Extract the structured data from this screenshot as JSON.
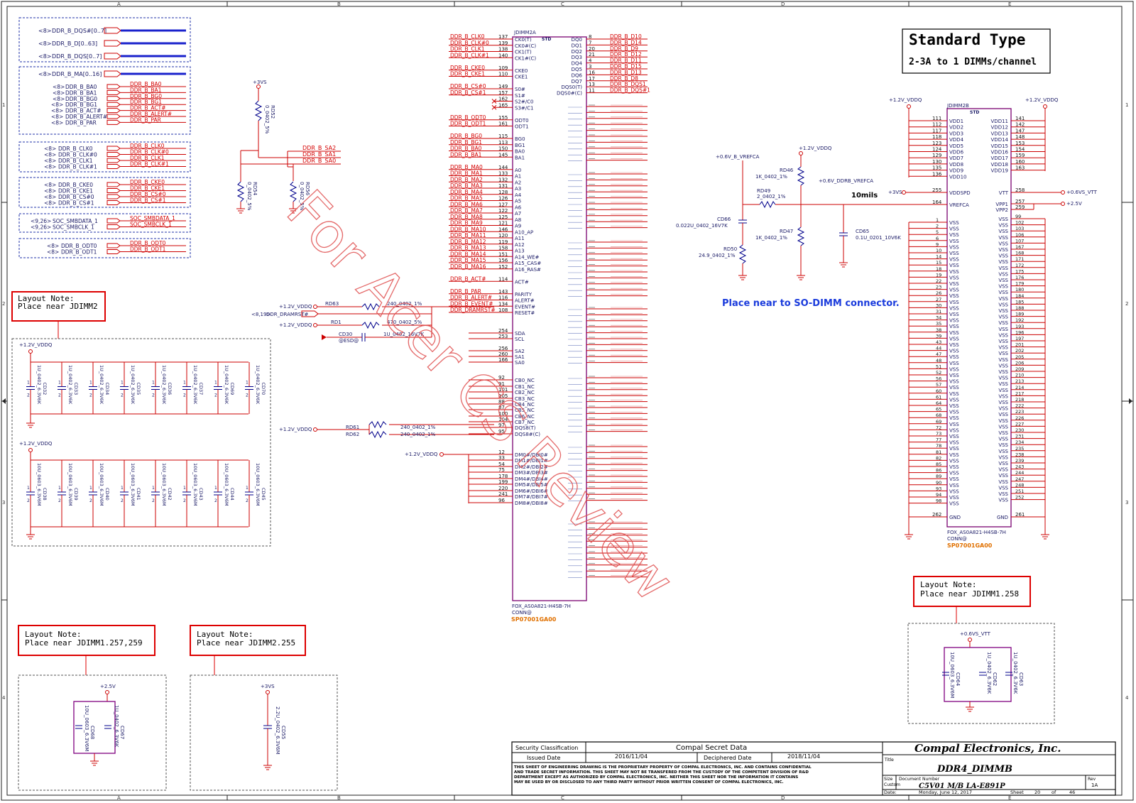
{
  "frame": {
    "columns": [
      "A",
      "B",
      "C",
      "D",
      "E"
    ],
    "rows": [
      "1",
      "2",
      "3",
      "4"
    ]
  },
  "header": {
    "title_main": "Standard Type",
    "title_sub": "2-3A to 1 DIMMs/channel"
  },
  "left_bus": {
    "row1": [
      {
        "ref": "<8>",
        "label": "DDR_B_DQS#[0..7]"
      },
      {
        "ref": "<8>",
        "label": "DDR_B_D[0..63]"
      },
      {
        "ref": "<8>",
        "label": "DDR_B_DQS[0..7]"
      }
    ],
    "row2_head": {
      "ref": "<8>",
      "label": "DDR_B_MA[0..16]"
    },
    "row2": [
      {
        "ref": "<8>",
        "label": "DDR_B_BA0",
        "net": "DDR_B_BA0"
      },
      {
        "ref": "<8>",
        "label": "DDR_B_BA1",
        "net": "DDR_B_BA1"
      },
      {
        "ref": "<8>",
        "label": "DDR_B_BG0",
        "net": "DDR_B_BG0"
      },
      {
        "ref": "<8>",
        "label": "DDR_B_BG1",
        "net": "DDR_B_BG1"
      },
      {
        "ref": "<8>",
        "label": "DDR_B_ACT#",
        "net": "DDR_B_ACT#"
      },
      {
        "ref": "<8>",
        "label": "DDR_B_ALERT#",
        "net": "DDR_B_ALERT#"
      },
      {
        "ref": "<8>",
        "label": "DDR_B_PAR",
        "net": "DDR_B_PAR"
      }
    ],
    "row3": [
      {
        "ref": "<8>",
        "label": "DDR_B_CLK0",
        "net": "DDR_B_CLK0"
      },
      {
        "ref": "<8>",
        "label": "DDR_B_CLK#0",
        "net": "DDR_B_CLK#0"
      },
      {
        "ref": "<8>",
        "label": "DDR_B_CLK1",
        "net": "DDR_B_CLK1"
      },
      {
        "ref": "<8>",
        "label": "DDR_B_CLK#1",
        "net": "DDR_B_CLK#1"
      }
    ],
    "row4": [
      {
        "ref": "<8>",
        "label": "DDR_B_CKE0",
        "net": "DDR_B_CKE0"
      },
      {
        "ref": "<8>",
        "label": "DDR_B_CKE1",
        "net": "DDR_B_CKE1"
      },
      {
        "ref": "<8>",
        "label": "DDR_B_CS#0",
        "net": "DDR_B_CS#0"
      },
      {
        "ref": "<8>",
        "label": "DDR_B_CS#1",
        "net": "DDR_B_CS#1"
      }
    ],
    "row5": [
      {
        "ref": "<9,26>",
        "label": "SOC_SMBDATA_1",
        "net": "SOC_SMBDATA_1"
      },
      {
        "ref": "<9,26>",
        "label": "SOC_SMBCLK_1",
        "net": "SOC_SMBCLK_1"
      }
    ],
    "row6": [
      {
        "ref": "<8>",
        "label": "DDR_B_ODT0",
        "net": "DDR_B_ODT0"
      },
      {
        "ref": "<8>",
        "label": "DDR_B_ODT1",
        "net": "DDR_B_ODT1"
      }
    ]
  },
  "sa_block": {
    "rail": "+3VS",
    "rd52": {
      "ref": "RD52",
      "val": "0_0402_5%"
    },
    "rd54": {
      "ref": "RD54",
      "val": "0_0402_5%"
    },
    "rd56": {
      "ref": "RD56",
      "val": "0_0402_5%"
    },
    "nets": [
      "DDR_B_SA2",
      "DDR_B_SA1",
      "DDR_B_SA0"
    ]
  },
  "notes": {
    "n1": {
      "title": "Layout Note:",
      "body": "Place near JDIMM2"
    },
    "n2": {
      "title": "Layout Note:",
      "body": "Place near JDIMM1.257,259"
    },
    "n3": {
      "title": "Layout Note:",
      "body": "Place near JDIMM2.255"
    },
    "n4": {
      "title": "Layout Note:",
      "body": "Place near JDIMM1.258"
    }
  },
  "caps_block": {
    "rail1": "+1.2V_VDDQ",
    "row1": [
      {
        "ref": "CD32",
        "val": "1U_0402_6.3V6K"
      },
      {
        "ref": "CD33",
        "val": "1U_0402_6.3V6K"
      },
      {
        "ref": "CD34",
        "val": "1U_0402_6.3V6K"
      },
      {
        "ref": "CD35",
        "val": "1U_0402_6.3V6K"
      },
      {
        "ref": "CD36",
        "val": "1U_0402_6.3V6K"
      },
      {
        "ref": "CD37",
        "val": "1U_0402_6.3V6K"
      },
      {
        "ref": "CD69",
        "val": "1U_0402_6.3V6K"
      },
      {
        "ref": "CD70",
        "val": "1U_0402_6.3V6K"
      }
    ],
    "rail2": "+1.2V_VDDQ",
    "row2": [
      {
        "ref": "CD38",
        "val": "10U_0603_6.3V6M"
      },
      {
        "ref": "CD39",
        "val": "10U_0603_6.3V6M"
      },
      {
        "ref": "CD40",
        "val": "10U_0603_6.3V6M"
      },
      {
        "ref": "CD41",
        "val": "10U_0603_6.3V6M"
      },
      {
        "ref": "CD42",
        "val": "10U_0603_6.3V6M"
      },
      {
        "ref": "CD43",
        "val": "10U_0603_6.3V6M"
      },
      {
        "ref": "CD44",
        "val": "10U_0603_6.3V6M"
      },
      {
        "ref": "CD45",
        "val": "10U_0603_6.3V6M"
      }
    ]
  },
  "bottom_caps": {
    "b1": {
      "rail": "+2.5V",
      "c1": {
        "ref": "CD68",
        "val": "10U_0603_6.3V6M"
      },
      "c2": {
        "ref": "CD67",
        "val": "1U_0402_6.3V6K"
      }
    },
    "b2": {
      "rail": "+3VS",
      "c1": {
        "ref": "CD55",
        "val": "2.2U_0402_6.3V6M"
      }
    },
    "b3": {
      "rail": "+0.6VS_VTT",
      "c1": {
        "ref": "CD64",
        "val": "10U_0603_6.3V6M"
      },
      "c2": {
        "ref": "CD62",
        "val": "1U_0402_6.3V6K"
      },
      "c3": {
        "ref": "CD63",
        "val": "1U_0402_6.3V6K"
      }
    }
  },
  "dimm2a": {
    "ref": "JDIMM2A",
    "std": "STD",
    "part": "FOX_AS0A821-H4SB-7H",
    "conn": "CONN@",
    "sp": "SP07001GA00",
    "left_pins": [
      {
        "net": "DDR_B_CLK0",
        "num": "137",
        "name": "CK0(T)"
      },
      {
        "net": "DDR_B_CLK#0",
        "num": "139",
        "name": "CK0#(C)"
      },
      {
        "net": "DDR_B_CLK1",
        "num": "138",
        "name": "CK1(T)"
      },
      {
        "net": "DDR_B_CLK#1",
        "num": "140",
        "name": "CK1#(C)"
      },
      {
        "net": "",
        "num": "",
        "name": ""
      },
      {
        "net": "DDR_B_CKE0",
        "num": "109",
        "name": "CKE0"
      },
      {
        "net": "DDR_B_CKE1",
        "num": "110",
        "name": "CKE1"
      },
      {
        "net": "",
        "num": "",
        "name": ""
      },
      {
        "net": "DDR_B_CS#0",
        "num": "149",
        "name": "S0#"
      },
      {
        "net": "DDR_B_CS#1",
        "num": "157",
        "name": "S1#"
      },
      {
        "net": "",
        "num": "162",
        "name": "S2#/C0"
      },
      {
        "net": "",
        "num": "165",
        "name": "S3#/C1"
      },
      {
        "net": "",
        "num": "",
        "name": ""
      },
      {
        "net": "DDR_B_ODT0",
        "num": "155",
        "name": "ODT0"
      },
      {
        "net": "DDR_B_ODT1",
        "num": "161",
        "name": "ODT1"
      },
      {
        "net": "",
        "num": "",
        "name": ""
      },
      {
        "net": "DDR_B_BG0",
        "num": "115",
        "name": "BG0"
      },
      {
        "net": "DDR_B_BG1",
        "num": "113",
        "name": "BG1"
      },
      {
        "net": "DDR_B_BA0",
        "num": "150",
        "name": "BA0"
      },
      {
        "net": "DDR_B_BA1",
        "num": "145",
        "name": "BA1"
      },
      {
        "net": "",
        "num": "",
        "name": ""
      },
      {
        "net": "DDR_B_MA0",
        "num": "144",
        "name": "A0"
      },
      {
        "net": "DDR_B_MA1",
        "num": "133",
        "name": "A1"
      },
      {
        "net": "DDR_B_MA2",
        "num": "132",
        "name": "A2"
      },
      {
        "net": "DDR_B_MA3",
        "num": "131",
        "name": "A3"
      },
      {
        "net": "DDR_B_MA4",
        "num": "128",
        "name": "A4"
      },
      {
        "net": "DDR_B_MA5",
        "num": "126",
        "name": "A5"
      },
      {
        "net": "DDR_B_MA6",
        "num": "127",
        "name": "A6"
      },
      {
        "net": "DDR_B_MA7",
        "num": "122",
        "name": "A7"
      },
      {
        "net": "DDR_B_MA8",
        "num": "125",
        "name": "A8"
      },
      {
        "net": "DDR_B_MA9",
        "num": "121",
        "name": "A9"
      },
      {
        "net": "DDR_B_MA10",
        "num": "146",
        "name": "A10_AP"
      },
      {
        "net": "DDR_B_MA11",
        "num": "120",
        "name": "A11"
      },
      {
        "net": "DDR_B_MA12",
        "num": "119",
        "name": "A12"
      },
      {
        "net": "DDR_B_MA13",
        "num": "158",
        "name": "A13"
      },
      {
        "net": "DDR_B_MA14",
        "num": "151",
        "name": "A14_WE#"
      },
      {
        "net": "DDR_B_MA15",
        "num": "156",
        "name": "A15_CAS#"
      },
      {
        "net": "DDR_B_MA16",
        "num": "152",
        "name": "A16_RAS#"
      },
      {
        "net": "",
        "num": "",
        "name": ""
      },
      {
        "net": "DDR_B_ACT#",
        "num": "114",
        "name": "ACT#"
      },
      {
        "net": "",
        "num": "",
        "name": ""
      },
      {
        "net": "DDR_B_PAR",
        "num": "143",
        "name": "PARITY"
      },
      {
        "net": "DDR_B_ALERT#",
        "num": "116",
        "name": "ALERT#"
      },
      {
        "net": "DDR_B_EVENT#",
        "num": "134",
        "name": "EVENT#"
      },
      {
        "net": "DDR_DRAMRST#",
        "num": "108",
        "name": "RESET#"
      }
    ],
    "right_pins": [
      {
        "num": "8",
        "name": "DQ0",
        "net": "DDR_B_D10"
      },
      {
        "num": "7",
        "name": "DQ1",
        "net": "DDR_B_D14"
      },
      {
        "num": "20",
        "name": "DQ2",
        "net": "DDR_B_D9"
      },
      {
        "num": "21",
        "name": "DQ3",
        "net": "DDR_B_D12"
      },
      {
        "num": "4",
        "name": "DQ4",
        "net": "DDR_B_D11"
      },
      {
        "num": "3",
        "name": "DQ5",
        "net": "DDR_B_D15"
      },
      {
        "num": "16",
        "name": "DQ6",
        "net": "DDR_B_D13"
      },
      {
        "num": "17",
        "name": "DQ7",
        "net": "DDR_B_D8"
      },
      {
        "num": "13",
        "name": "DQS0(T)",
        "net": "DDR_B_DQS1"
      },
      {
        "num": "11",
        "name": "DQS0#(C)",
        "net": "DDR_B_DQS#1"
      }
    ]
  },
  "dimm2b": {
    "ref": "JDIMM2B",
    "std": "STD",
    "part": "FOX_AS0A821-H4SB-7H",
    "conn": "CONN@",
    "sp": "SP07001GA00",
    "rail_left": "+1.2V_VDDQ",
    "rail_right": "+1.2V_VDDQ",
    "vdd_left": [
      {
        "num": "111",
        "name": "VDD1"
      },
      {
        "num": "112",
        "name": "VDD2"
      },
      {
        "num": "117",
        "name": "VDD3"
      },
      {
        "num": "118",
        "name": "VDD4"
      },
      {
        "num": "123",
        "name": "VDD5"
      },
      {
        "num": "124",
        "name": "VDD6"
      },
      {
        "num": "129",
        "name": "VDD7"
      },
      {
        "num": "130",
        "name": "VDD8"
      },
      {
        "num": "135",
        "name": "VDD9"
      },
      {
        "num": "136",
        "name": "VDD10"
      }
    ],
    "vdd_right": [
      {
        "num": "141",
        "name": "VDD11"
      },
      {
        "num": "142",
        "name": "VDD12"
      },
      {
        "num": "147",
        "name": "VDD13"
      },
      {
        "num": "148",
        "name": "VDD14"
      },
      {
        "num": "153",
        "name": "VDD15"
      },
      {
        "num": "154",
        "name": "VDD16"
      },
      {
        "num": "159",
        "name": "VDD17"
      },
      {
        "num": "160",
        "name": "VDD18"
      },
      {
        "num": "163",
        "name": "VDD19"
      }
    ],
    "vddspd": {
      "rail": "+3VS",
      "num": "255",
      "name": "VDDSPD"
    },
    "vrefca": {
      "num": "164",
      "name": "VREFCA"
    },
    "vtt": {
      "num": "258",
      "name": "VTT",
      "rail": "+0.6VS_VTT"
    },
    "vpp1": {
      "num": "257",
      "name": "VPP1",
      "rail": "+2.5V"
    },
    "vpp2": {
      "num": "259",
      "name": "VPP2"
    },
    "gnd_left": {
      "num": "262",
      "name": "GND"
    },
    "gnd_right": {
      "num": "261",
      "name": "GND"
    },
    "vss_left_nums": [
      "1",
      "2",
      "5",
      "6",
      "9",
      "10",
      "14",
      "15",
      "18",
      "19",
      "22",
      "23",
      "26",
      "27",
      "30",
      "31",
      "34",
      "35",
      "38",
      "39",
      "43",
      "44",
      "47",
      "48",
      "51",
      "52",
      "56",
      "57",
      "60",
      "61",
      "64",
      "65",
      "68",
      "69",
      "72",
      "73",
      "77",
      "78",
      "81",
      "82",
      "85",
      "86",
      "89",
      "90",
      "93",
      "94",
      "98"
    ],
    "vss_right_nums": [
      "99",
      "102",
      "103",
      "106",
      "107",
      "167",
      "168",
      "171",
      "172",
      "175",
      "176",
      "179",
      "180",
      "184",
      "185",
      "188",
      "189",
      "192",
      "193",
      "196",
      "197",
      "201",
      "202",
      "205",
      "206",
      "209",
      "210",
      "213",
      "214",
      "217",
      "218",
      "222",
      "223",
      "226",
      "227",
      "230",
      "231",
      "234",
      "235",
      "238",
      "239",
      "243",
      "244",
      "247",
      "248",
      "251",
      "252"
    ]
  },
  "vref_block": {
    "net1": "+0.6V_B_VREFCA",
    "net2": "+0.6V_DDRB_VREFCA",
    "rail": "+1.2V_VDDQ",
    "rd46": {
      "ref": "RD46",
      "val": "1K_0402_1%"
    },
    "rd47": {
      "ref": "RD47",
      "val": "1K_0402_1%"
    },
    "rd49": {
      "ref": "RD49",
      "val": "2_0402_1%"
    },
    "rd50": {
      "ref": "RD50",
      "val": "24.9_0402_1%"
    },
    "cd66": {
      "ref": "CD66",
      "val": "0.022U_0402_16V7K"
    },
    "cd65": {
      "ref": "CD65",
      "val": "0.1U_0201_10V6K"
    },
    "width": "10mils",
    "note": "Place near to SO-DIMM connector."
  },
  "misc_left": {
    "rd63": {
      "ref": "RD63",
      "val": "240_0402_1%",
      "rail": "+1.2V_VDDQ"
    },
    "rd1": {
      "ref": "RD1",
      "val": "470_0402_5%",
      "rail": "+1.2V_VDDQ"
    },
    "cd30": {
      "ref": "CD30",
      "val": "1U_0402_16V7K",
      "tag": "@ESD@"
    },
    "dramrst": {
      "ref": "<8,19>",
      "net": "DDR_DRAMRST#"
    },
    "rd61": {
      "ref": "RD61",
      "val": "240_0402_1%"
    },
    "rd62": {
      "ref": "RD62",
      "val": "240_0402_1%"
    },
    "rail_rd61": "+1.2V_VDDQ",
    "rail_dm": "+1.2V_VDDQ"
  },
  "watermark": "For Acer CS Review",
  "title_block": {
    "security": "Security Classification",
    "secret": "Compal Secret Data",
    "issued_label": "Issued Date",
    "issued": "2016/11/04",
    "deciphered_label": "Deciphered Date",
    "deciphered": "2018/11/04",
    "company": "Compal Electronics, Inc.",
    "title_label": "Title",
    "title": "DDR4_DIMMB",
    "size_label": "Size",
    "size": "Custom",
    "doc_label": "Document Number",
    "doc": "C5V01 M/B LA-E891P",
    "rev_label": "Rev",
    "rev": "1A",
    "date_label": "Date:",
    "date": "Monday, June 12, 2017",
    "sheet_label": "Sheet",
    "sheet": "20",
    "of": "of",
    "total": "46",
    "disclaimer": [
      "THIS SHEET OF ENGINEERING DRAWING IS THE PROPRIETARY PROPERTY OF COMPAL ELECTRONICS, INC. AND CONTAINS CONFIDENTIAL",
      "AND TRADE SECRET INFORMATION. THIS SHEET MAY NOT BE TRANSFERED FROM THE CUSTODY OF THE COMPETENT DIVISION OF R&D",
      "DEPARTMENT EXCEPT AS AUTHORIZED BY COMPAL ELECTRONICS, INC. NEITHER THIS SHEET NOR THE INFORMATION IT CONTAINS",
      "MAY BE USED BY OR DISCLOSED TO ANY THIRD PARTY WITHOUT PRIOR WRITTEN CONSENT OF COMPAL ELECTRONICS, INC."
    ]
  }
}
